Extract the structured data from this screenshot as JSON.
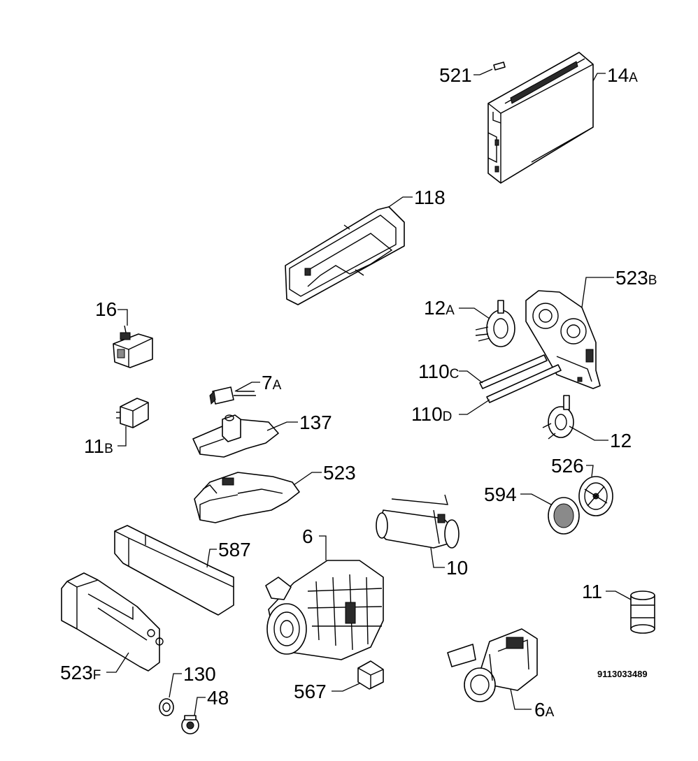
{
  "labels": {
    "p521": "521",
    "p14a_num": "14",
    "p14a_sub": "A",
    "p118": "118",
    "p16": "16",
    "p523b_num": "523",
    "p523b_sub": "B",
    "p12a_num": "12",
    "p12a_sub": "A",
    "p7a_num": "7",
    "p7a_sub": "A",
    "p110c_num": "110",
    "p110c_sub": "C",
    "p110d_num": "110",
    "p110d_sub": "D",
    "p137": "137",
    "p11b_num": "11",
    "p11b_sub": "B",
    "p12": "12",
    "p523": "523",
    "p526": "526",
    "p594": "594",
    "p6": "6",
    "p587": "587",
    "p10": "10",
    "p11": "11",
    "p523f_num": "523",
    "p523f_sub": "F",
    "p130": "130",
    "p48": "48",
    "p567": "567",
    "p6a_num": "6",
    "p6a_sub": "A"
  },
  "diagram_code": "9113033489"
}
